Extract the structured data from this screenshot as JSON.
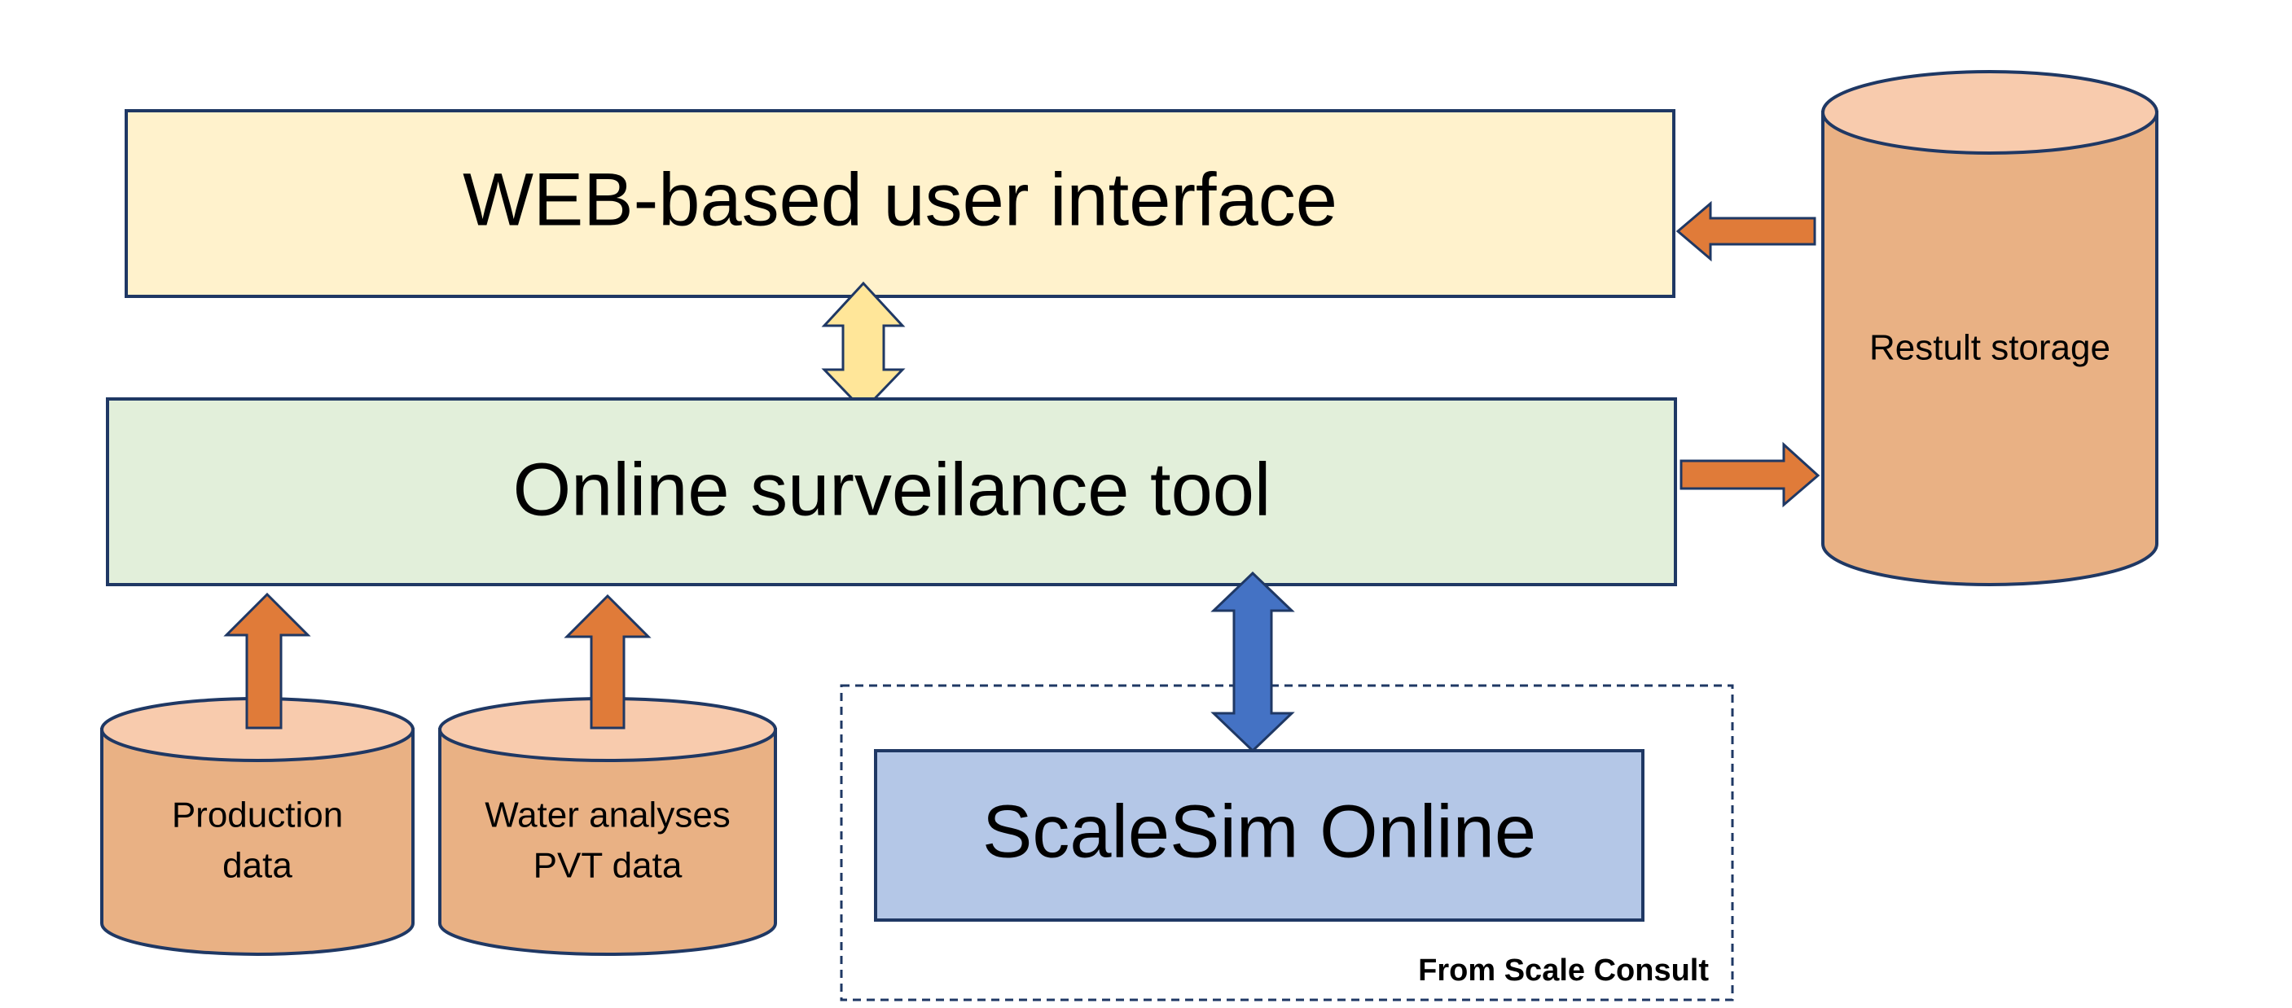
{
  "boxes": {
    "web_ui": {
      "label": "WEB-based user interface",
      "fill": "#FFF2CC",
      "stroke": "#1F3864"
    },
    "surveillance_tool": {
      "label": "Online surveilance tool",
      "fill": "#E2EFDA",
      "stroke": "#1F3864"
    },
    "scalesim": {
      "label": "ScaleSim Online",
      "fill": "#B4C7E7",
      "stroke": "#1F3864"
    }
  },
  "databases": {
    "result_storage": {
      "label": "Restult storage"
    },
    "production": {
      "line1": "Production",
      "line2": "data"
    },
    "water_pvt": {
      "line1": "Water analyses",
      "line2": "PVT data"
    },
    "top_fill": "#F8CBAD",
    "body_fill": "#E9B184",
    "stroke": "#1F3864"
  },
  "group": {
    "label": "From Scale Consult"
  },
  "arrow_colors": {
    "orange": "#E07B39",
    "yellow": "#FFE699",
    "blue": "#4472C4",
    "stroke": "#1F3864"
  }
}
